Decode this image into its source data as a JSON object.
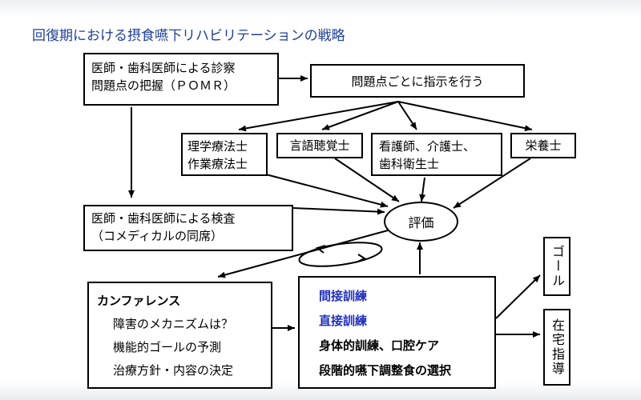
{
  "title": "回復期における摂食嚥下リハビリテーションの戦略",
  "diagnosis_box": {
    "lines": [
      "医師・歯科医師による診察",
      "問題点の把握（ＰＯＭＲ）"
    ]
  },
  "instruction_box": {
    "label": "問題点ごとに指示を行う"
  },
  "pt_ot_box": {
    "lines": [
      "理学療法士",
      "作業療法士"
    ]
  },
  "st_box": {
    "label": "言語聴覚士"
  },
  "nurse_box": {
    "lines": [
      "看護師、介護士、",
      "歯科衛生士"
    ]
  },
  "nutrition_box": {
    "label": "栄養士"
  },
  "evaluation": {
    "label": "評価"
  },
  "exam_box": {
    "lines": [
      "医師・歯科医師による検査",
      "（コメディカルの同席）"
    ]
  },
  "conference_box": {
    "heading": "カンファレンス",
    "items": [
      "障害のメカニズムは？",
      "機能的ゴールの予測",
      "治療方針・内容の決定"
    ]
  },
  "training_box": {
    "blue_items": [
      "間接訓練",
      "直接訓練"
    ],
    "black_items": [
      "身体的訓練、口腔ケア",
      "段階的嚥下調整食の選択"
    ]
  },
  "goal_box": {
    "label": "ゴール"
  },
  "home_box": {
    "label": "在宅指導"
  }
}
